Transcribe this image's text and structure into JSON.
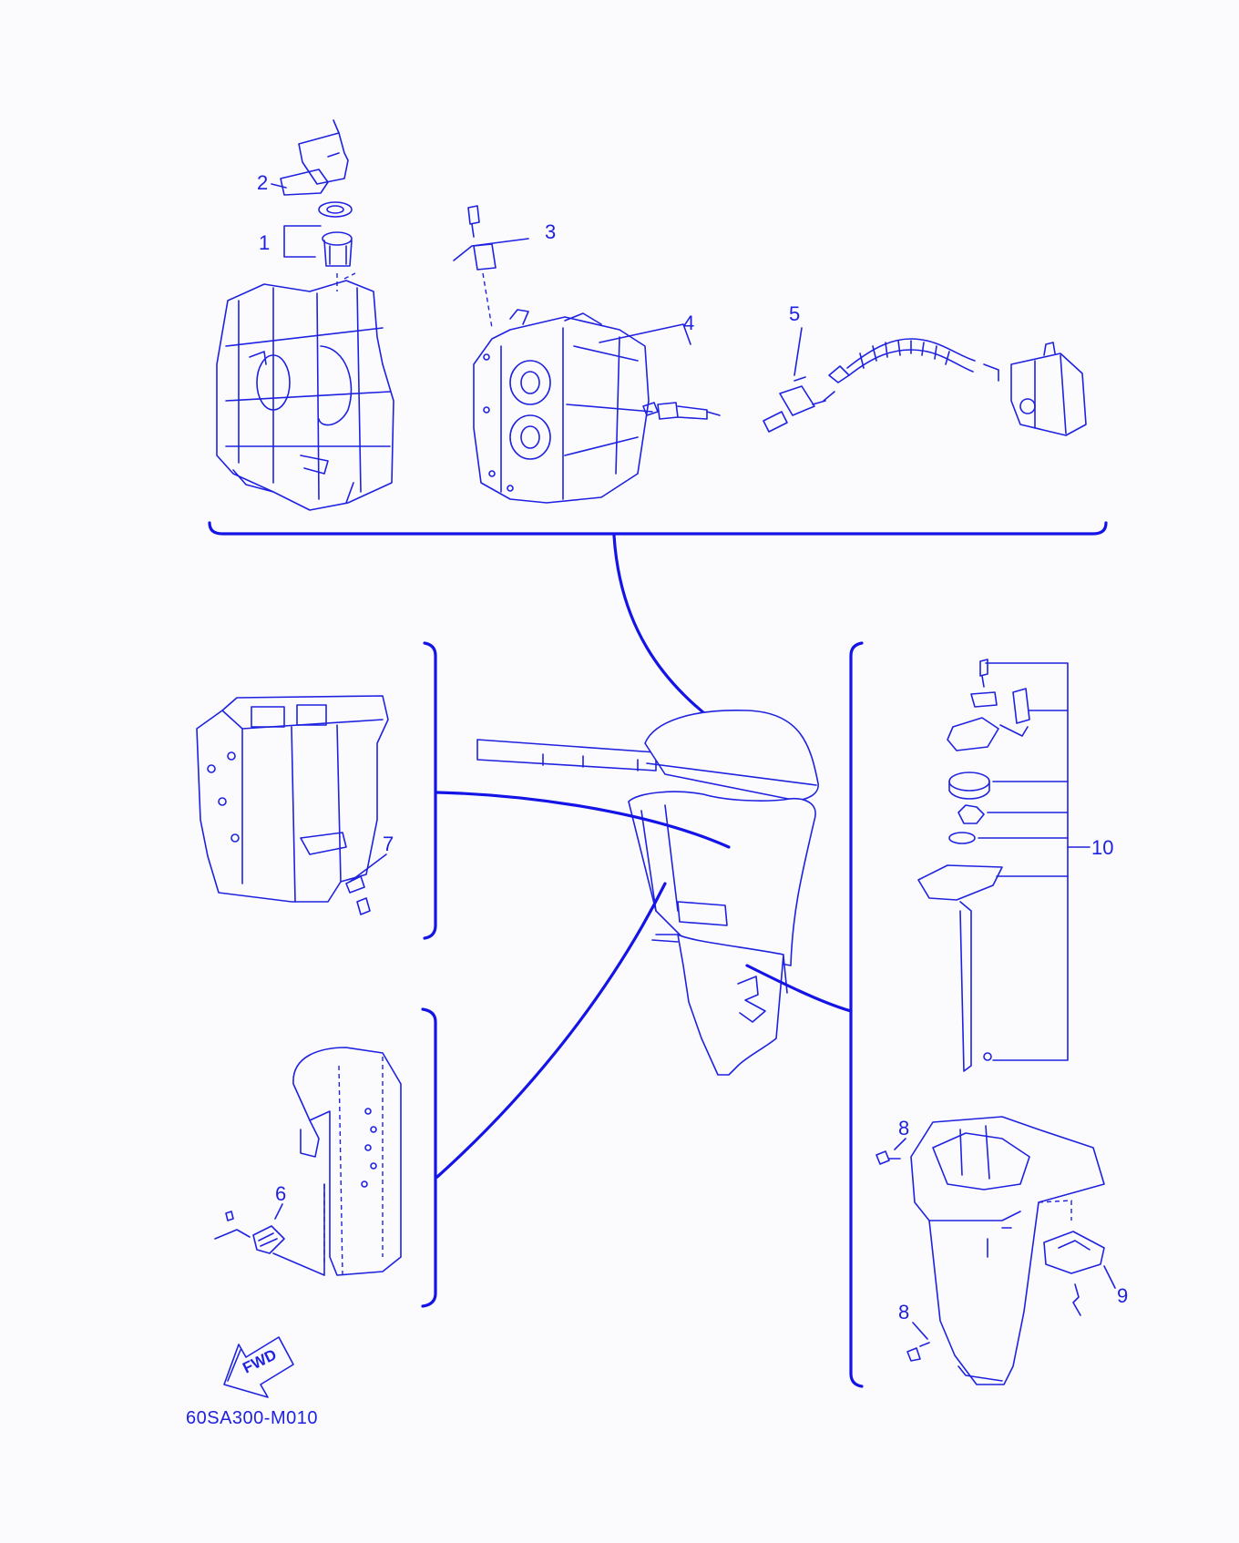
{
  "diagram": {
    "callouts": [
      {
        "id": "1",
        "label": "1"
      },
      {
        "id": "2",
        "label": "2"
      },
      {
        "id": "3",
        "label": "3"
      },
      {
        "id": "4",
        "label": "4"
      },
      {
        "id": "5",
        "label": "5"
      },
      {
        "id": "6",
        "label": "6"
      },
      {
        "id": "7",
        "label": "7"
      },
      {
        "id": "8a",
        "label": "8"
      },
      {
        "id": "8b",
        "label": "8"
      },
      {
        "id": "9",
        "label": "9"
      },
      {
        "id": "10",
        "label": "10"
      }
    ],
    "direction_badge": "FWD",
    "figure_code": "60SA300-M010",
    "colors": {
      "line": "#1e22e0",
      "background": "#fbfbfd"
    }
  }
}
